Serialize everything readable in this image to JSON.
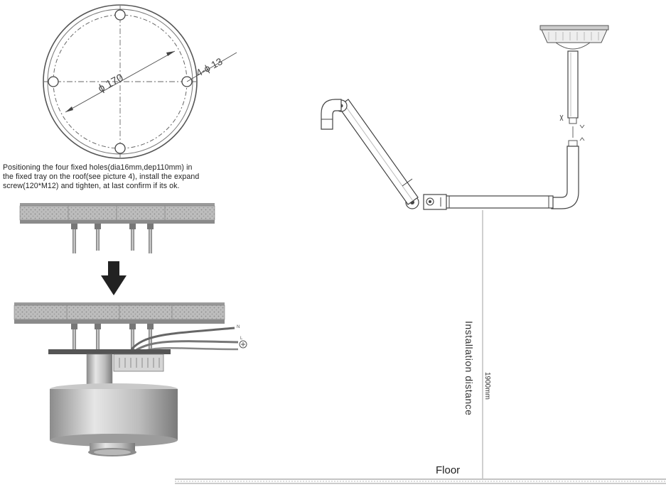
{
  "top_view": {
    "diameter_label": "ϕ 170",
    "holes_label": "4-ϕ 13"
  },
  "instruction": {
    "line1": "Positioning the four fixed holes(dia16mm,dep110mm) in",
    "line2": "the fixed tray on the roof(see picture 4), install the expand",
    "line3": "screw(120*M12) and tighten, at last confirm if its ok."
  },
  "wiring": {
    "label_n": "N",
    "label_l": "L"
  },
  "side_view": {
    "distance_label": "Installation distance",
    "distance_value": "1900mm",
    "floor_label": "Floor"
  }
}
